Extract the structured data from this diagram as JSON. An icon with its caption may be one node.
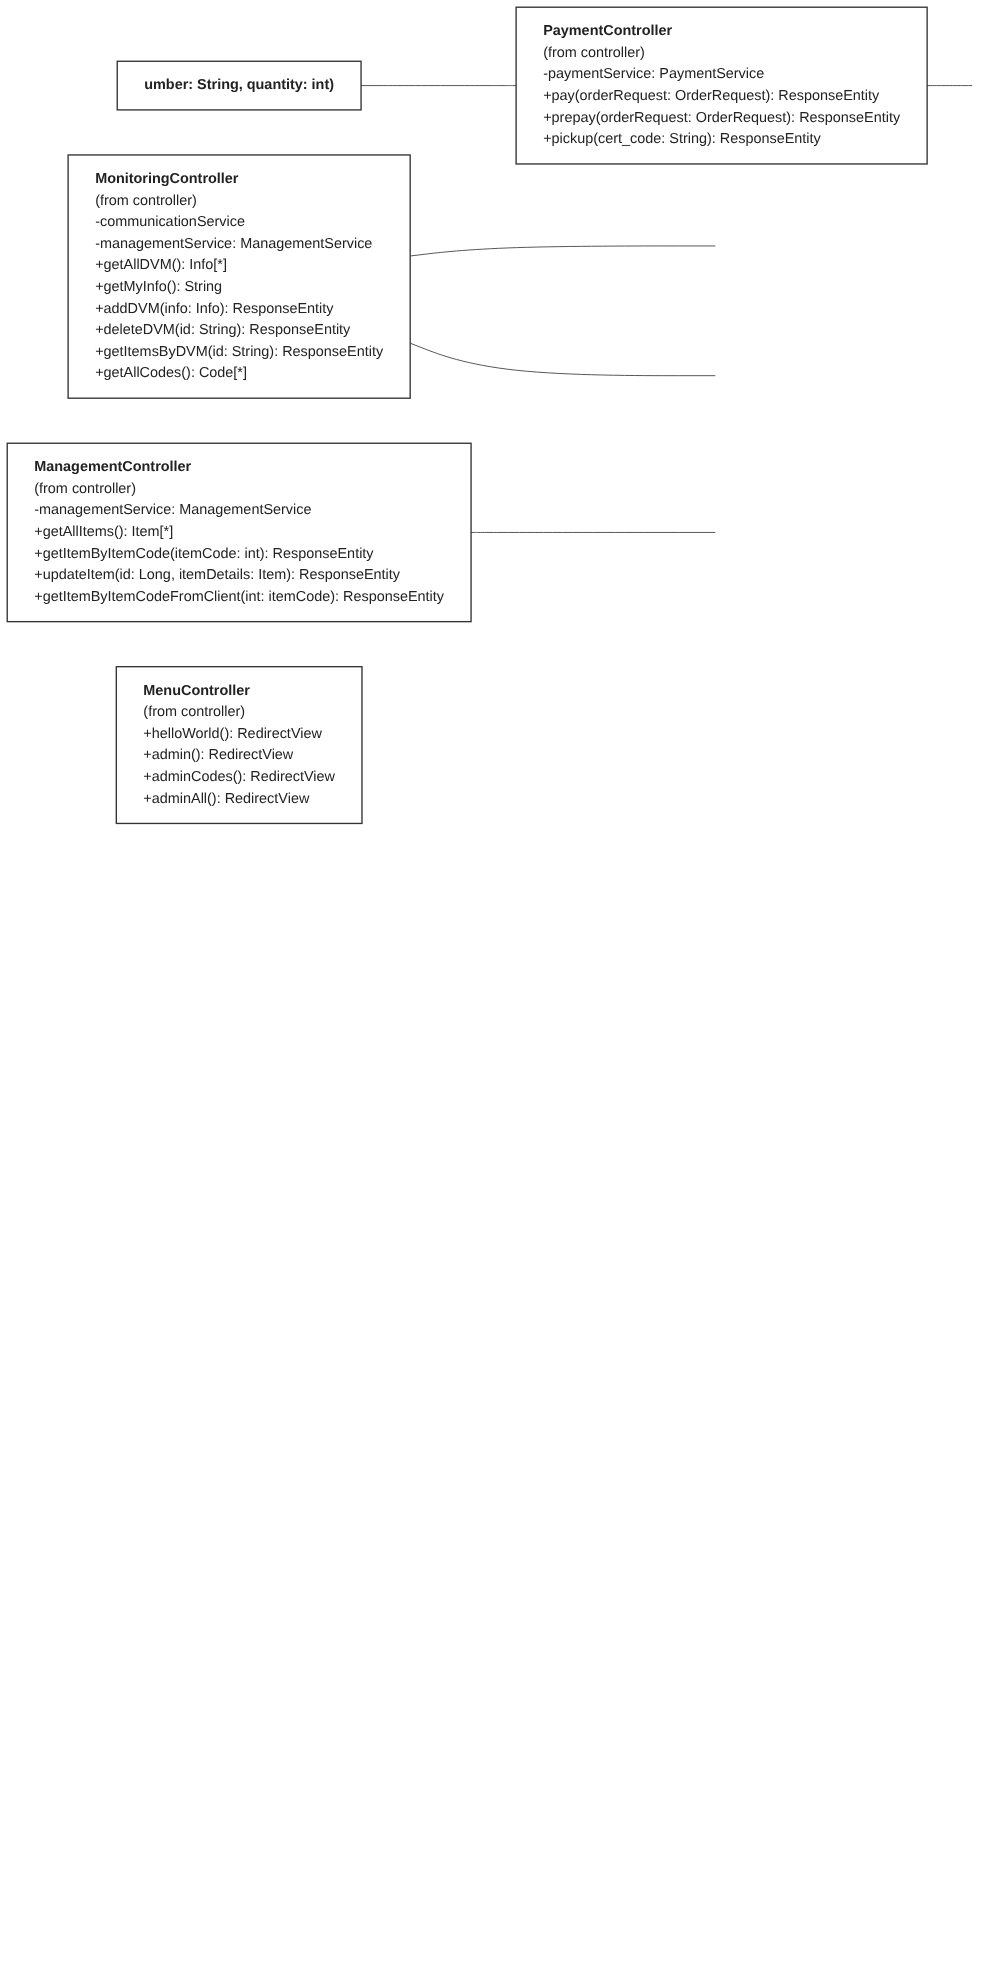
{
  "diagram": {
    "nodes": [
      {
        "text": [
          "MonitoringController",
          "(from controller)",
          "-communicationService",
          "-managementService: ManagementService",
          "+getAllDVM(): Info[*]",
          "+getMyInfo(): String",
          "+addDVM(info: Info): ResponseEntity",
          "+deleteDVM(id: String): ResponseEntity",
          "+getItemsByDVM(id: String): ResponseEntity",
          "+getAllCodes(): Code[*]"
        ]
      },
      {
        "text": [
          "ManagementController",
          "(from controller)",
          "-managementService: ManagementService",
          "+getAllItems(): Item[*]",
          "+getItemByItemCode(itemCode: int): ResponseEntity",
          "+updateItem(id: Long, itemDetails: Item): ResponseEntity",
          "+getItemByItemCodeFromClient(int: itemCode): ResponseEntity"
        ]
      },
      {
        "text": [
          "umber: String, quantity: int)"
        ]
      },
      {
        "text": [
          "PaymentController",
          "(from controller)",
          "-paymentService: PaymentService",
          "+pay(orderRequest: OrderRequest): ResponseEntity",
          "+prepay(orderRequest: OrderRequest): ResponseEntity",
          "+pickup(cert_code: String): ResponseEntity"
        ]
      },
      {
        "text": [
          "MenuController",
          "(from controller)",
          "+helloWorld(): RedirectView",
          "+admin(): RedirectView",
          "+adminCodes(): RedirectView",
          "+adminAll(): RedirectView"
        ]
      }
    ],
    "edges": [
      {
        "from": 0,
        "to": null,
        "arrow": "none"
      },
      {
        "from": 0,
        "to": null,
        "arrow": "none"
      },
      {
        "from": 1,
        "to": null,
        "arrow": "none"
      },
      {
        "from": 2,
        "to": 3,
        "arrow": "none"
      },
      {
        "from": 3,
        "to": null,
        "arrow": "none"
      }
    ]
  }
}
